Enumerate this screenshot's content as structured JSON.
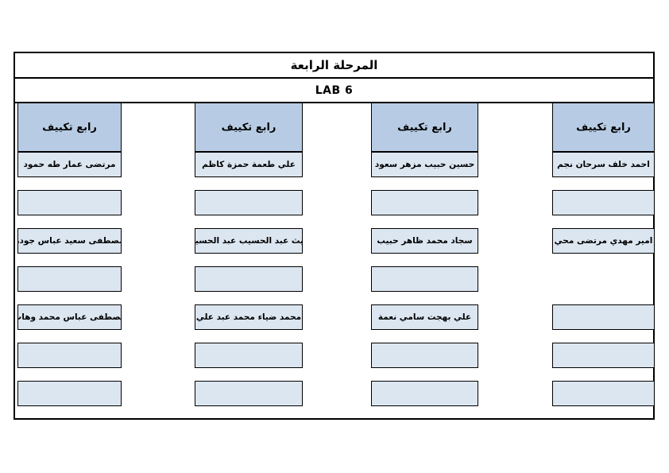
{
  "document": {
    "stage_title": "المرحلة الرابعة",
    "lab_title": "LAB 6"
  },
  "colors": {
    "header_bg": "#b7cce4",
    "slot_bg": "#dce6f1",
    "border": "#000000"
  },
  "columns": [
    {
      "header": "رابع تكييف",
      "slots": [
        "احمد خلف سرحان نجم",
        "",
        "امير مهدي مرتضى محي",
        null,
        "",
        "",
        ""
      ]
    },
    {
      "header": "رابع تكييف",
      "slots": [
        "حسين حبيب مزهر سعود",
        "",
        "سجاد محمد ظاهر حبيب",
        "",
        "علي بهجت سامي نعمة",
        "",
        ""
      ]
    },
    {
      "header": "رابع تكييف",
      "slots": [
        "علي طعمة حمزة كاظم",
        "",
        "غيث عبد الحسيب عبد الحسين",
        "",
        "محمد ضياء محمد عبد علي",
        "",
        ""
      ]
    },
    {
      "header": "رابع تكييف",
      "slots": [
        "مرتضى عمار طه حمود",
        "",
        "مصطفى سعيد عباس جودة",
        "",
        "مصطفى عباس محمد وهاب",
        "",
        ""
      ]
    }
  ]
}
